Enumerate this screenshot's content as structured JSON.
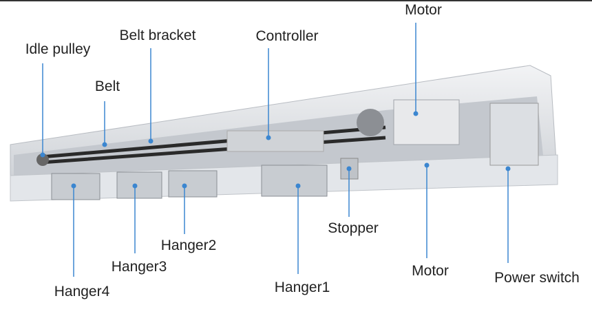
{
  "labels": {
    "motor_top": "Motor",
    "belt_bracket": "Belt bracket",
    "controller": "Controller",
    "idle_pulley": "Idle pulley",
    "belt": "Belt",
    "stopper": "Stopper",
    "hanger2": "Hanger2",
    "hanger3": "Hanger3",
    "hanger4": "Hanger4",
    "hanger1": "Hanger1",
    "motor_bottom": "Motor",
    "power_switch": "Power switch"
  },
  "colors": {
    "leader": "#3b86d0",
    "rail": "#d9dde2",
    "belt": "#2a2a2a"
  }
}
